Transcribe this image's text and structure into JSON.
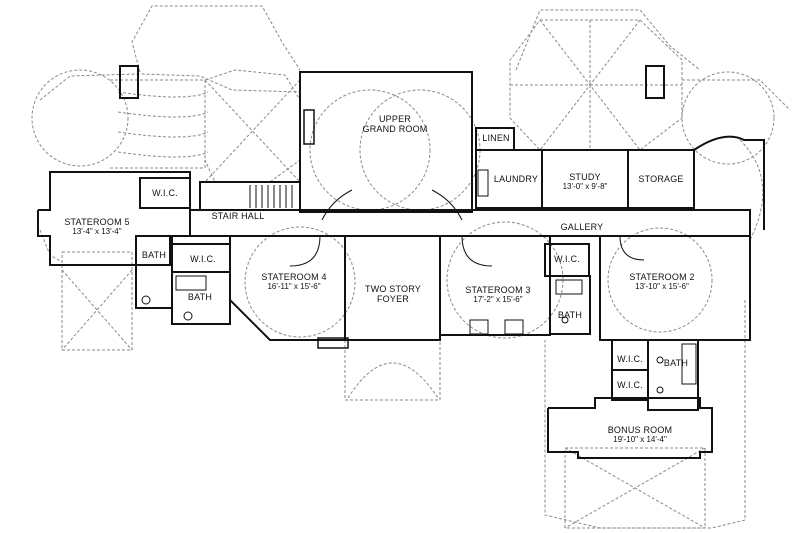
{
  "colors": {
    "wall": "#111111",
    "dashed": "#8a8a8a",
    "background": "#ffffff"
  },
  "rooms": {
    "upper_grand_room": {
      "name": "UPPER",
      "name2": "GRAND ROOM"
    },
    "linen": {
      "name": "LINEN"
    },
    "laundry": {
      "name": "LAUNDRY"
    },
    "study": {
      "name": "STUDY",
      "dim": "13'-0\" x 9'-8\""
    },
    "storage": {
      "name": "STORAGE"
    },
    "stateroom5": {
      "name": "STATEROOM 5",
      "dim": "13'-4\" x 13'-4\""
    },
    "wic_1": {
      "name": "W.I.C."
    },
    "stair_hall": {
      "name": "STAIR HALL"
    },
    "gallery": {
      "name": "GALLERY"
    },
    "bath_1": {
      "name": "BATH"
    },
    "wic_2": {
      "name": "W.I.C."
    },
    "bath_2": {
      "name": "BATH"
    },
    "stateroom4": {
      "name": "STATEROOM 4",
      "dim": "16'-11\" x 15'-6\""
    },
    "two_story_foyer": {
      "name": "TWO STORY",
      "name2": "FOYER"
    },
    "stateroom3": {
      "name": "STATEROOM 3",
      "dim": "17'-2\" x 15'-6\""
    },
    "wic_3": {
      "name": "W.I.C."
    },
    "bath_3": {
      "name": "BATH"
    },
    "stateroom2": {
      "name": "STATEROOM 2",
      "dim": "13'-10\" x 15'-6\""
    },
    "wic_4": {
      "name": "W.I.C."
    },
    "bath_4": {
      "name": "BATH"
    },
    "wic_5": {
      "name": "W.I.C."
    },
    "bonus_room": {
      "name": "BONUS ROOM",
      "dim": "19'-10\" x 14'-4\""
    }
  }
}
